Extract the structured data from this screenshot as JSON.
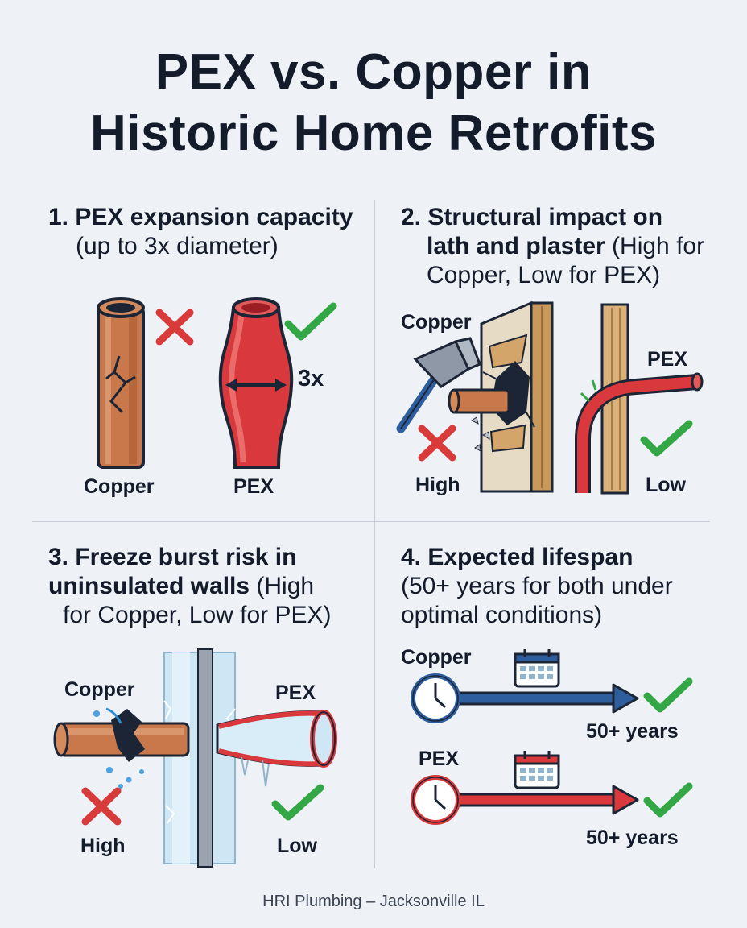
{
  "title": {
    "line1": "PEX vs. Copper in",
    "line2": "Historic Home Retrofits"
  },
  "section1": {
    "heading_bold": "1. PEX expansion capacity",
    "heading_rest": "(up to 3x diameter)",
    "copper_label": "Copper",
    "pex_label": "PEX",
    "expansion_label": "3x"
  },
  "section2": {
    "heading_bold_1": "2. Structural impact on",
    "heading_bold_2": "lath and plaster",
    "heading_rest_2": " (High for",
    "heading_rest_3": "Copper, Low for PEX)",
    "copper_label": "Copper",
    "pex_label": "PEX",
    "copper_result": "High",
    "pex_result": "Low"
  },
  "section3": {
    "heading_bold_1": "3. Freeze burst risk in",
    "heading_bold_2": "uninsulated walls",
    "heading_rest_2": " (High",
    "heading_rest_3": "for Copper, Low for PEX)",
    "copper_label": "Copper",
    "pex_label": "PEX",
    "copper_result": "High",
    "pex_result": "Low"
  },
  "section4": {
    "heading_bold_1": "4. Expected lifespan",
    "heading_rest_2": "(50+ years for both under",
    "heading_rest_3": "optimal conditions)",
    "copper_label": "Copper",
    "pex_label": "PEX",
    "copper_result": "50+ years",
    "pex_result": "50+ years"
  },
  "footer": "HRI Plumbing – Jacksonville IL",
  "colors": {
    "copper": "#c8784a",
    "pex_red": "#d9393c",
    "check_green": "#33a745",
    "cross_red": "#d93a3a",
    "copper_arrow_blue": "#2f5e9e",
    "outline": "#1c2536"
  },
  "icons": [
    "cross-icon",
    "check-icon",
    "hammer-icon",
    "clock-icon",
    "calendar-icon",
    "arrow-icon"
  ]
}
